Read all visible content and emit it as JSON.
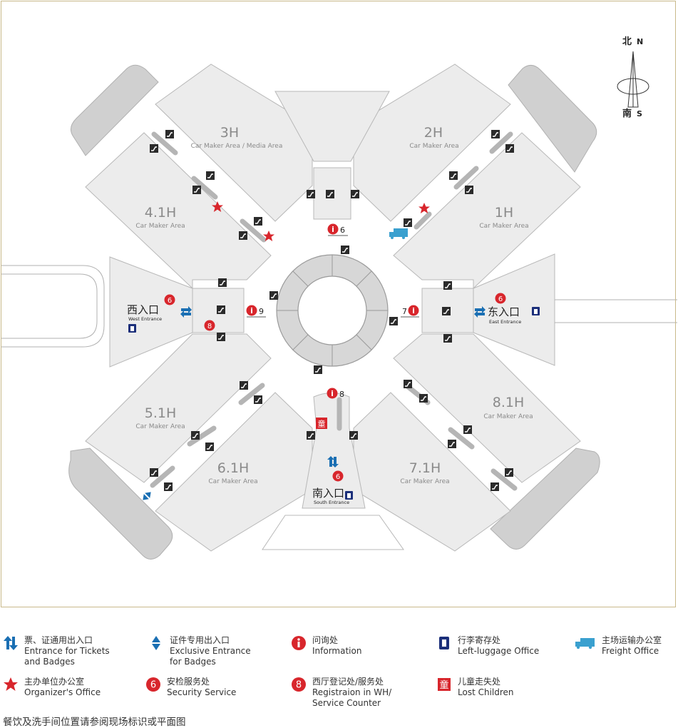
{
  "compass": {
    "north_zh": "北",
    "north_en": "N",
    "south_zh": "南",
    "south_en": "S"
  },
  "halls": [
    {
      "id": "3H",
      "name": "3H",
      "sub": "Car Maker Area / Media Area"
    },
    {
      "id": "2H",
      "name": "2H",
      "sub": "Car Maker Area"
    },
    {
      "id": "4.1H",
      "name": "4.1H",
      "sub": "Car Maker Area"
    },
    {
      "id": "1H",
      "name": "1H",
      "sub": "Car Maker Area"
    },
    {
      "id": "5.1H",
      "name": "5.1H",
      "sub": "Car Maker Area"
    },
    {
      "id": "6.1H",
      "name": "6.1H",
      "sub": "Car Maker Area"
    },
    {
      "id": "7.1H",
      "name": "7.1H",
      "sub": "Car Maker Area"
    },
    {
      "id": "8.1H",
      "name": "8.1H",
      "sub": "Car Maker Area"
    }
  ],
  "entrances": {
    "west": {
      "zh": "西入口",
      "en": "West Entrance"
    },
    "east": {
      "zh": "东入口",
      "en": "East Entrance"
    },
    "south": {
      "zh": "南入口",
      "en": "South Entrance"
    }
  },
  "info_points": [
    "6",
    "9",
    "7",
    "8"
  ],
  "security_number": "6",
  "registration_number": "8",
  "legend": [
    {
      "zh": "票、证通用出入口",
      "en1": "Entrance for Tickets",
      "en2": "and Badges",
      "icon": "ticket-badge-entrance-icon"
    },
    {
      "zh": "证件专用出入口",
      "en1": "Exclusive Entrance",
      "en2": "for Badges",
      "icon": "badge-entrance-icon"
    },
    {
      "zh": "问询处",
      "en1": "Information",
      "en2": "",
      "icon": "information-icon"
    },
    {
      "zh": "行李寄存处",
      "en1": "Left-luggage Office",
      "en2": "",
      "icon": "luggage-icon"
    },
    {
      "zh": "主场运输办公室",
      "en1": "Freight Office",
      "en2": "",
      "icon": "freight-truck-icon"
    },
    {
      "zh": "主办单位办公室",
      "en1": "Organizer's Office",
      "en2": "",
      "icon": "star-icon"
    },
    {
      "zh": "安检服务处",
      "en1": "Security Service",
      "en2": "",
      "icon": "security-icon"
    },
    {
      "zh": "西厅登记处/服务处",
      "en1": "Registraion in WH/",
      "en2": "Service Counter",
      "icon": "registration-icon"
    },
    {
      "zh": "儿童走失处",
      "en1": "Lost Children",
      "en2": "",
      "icon": "lost-children-icon"
    }
  ],
  "lost_children_glyph": "童",
  "info_glyph": "i",
  "footnote": "餐饮及洗手间位置请参阅现场标识或平面图",
  "colors": {
    "hall_fill": "#ececec",
    "hall_stroke": "#b8b8b8",
    "dark_lot": "#cfcfcf",
    "red": "#d8262c",
    "blue": "#1a6fb3",
    "navy": "#1b2f7a",
    "teal": "#3aa0cf",
    "border": "#c9b98a"
  }
}
